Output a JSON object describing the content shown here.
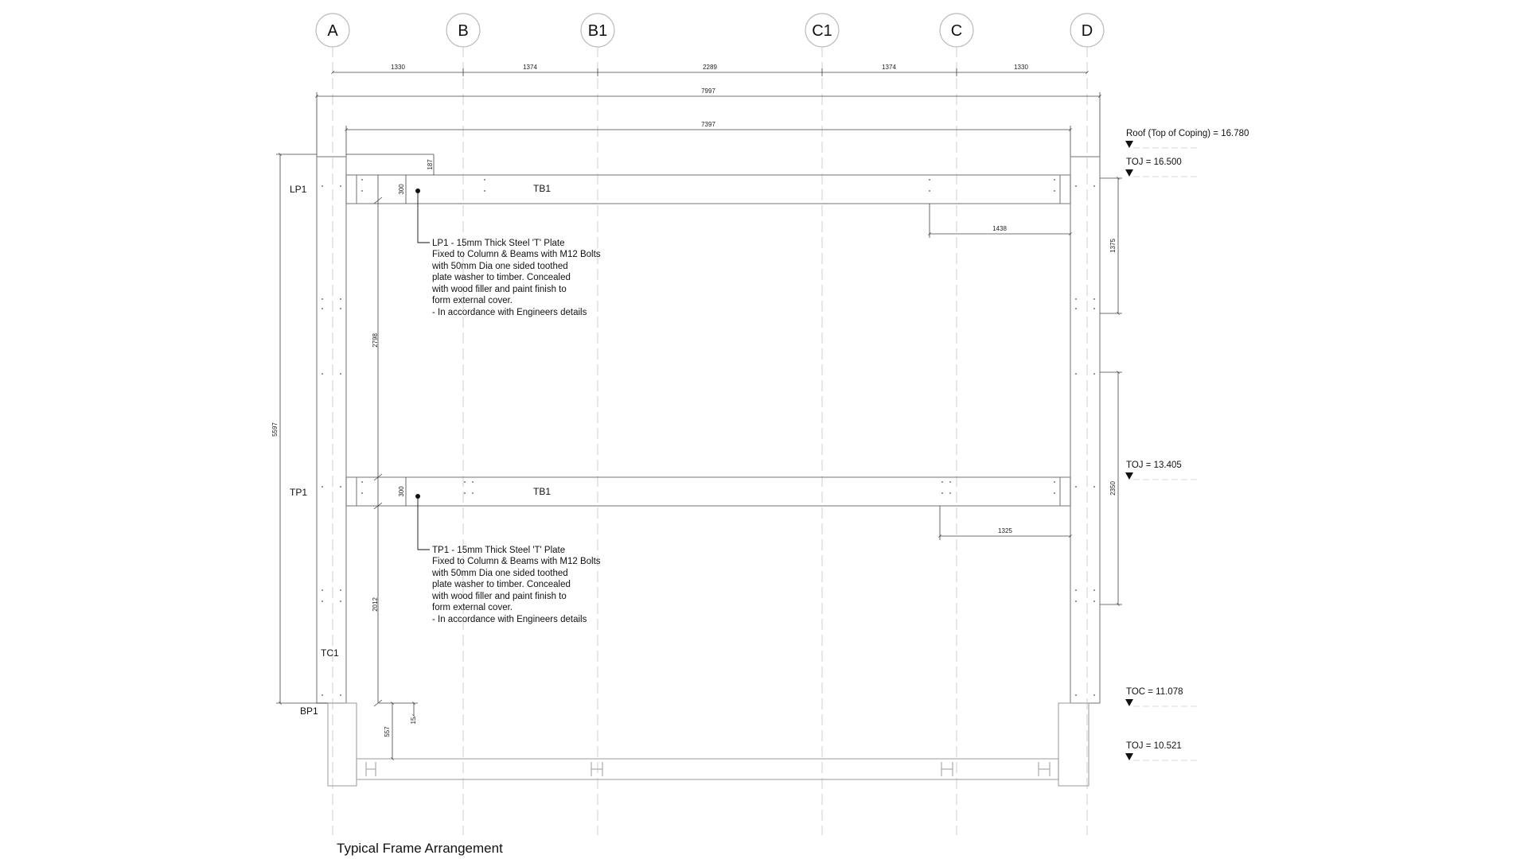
{
  "grid": {
    "labels": [
      "A",
      "B",
      "B1",
      "C1",
      "C",
      "D"
    ]
  },
  "dimensions": {
    "bays": [
      "1330",
      "1374",
      "2289",
      "1374",
      "1330"
    ],
    "overall": "7997",
    "inner": "7397",
    "height_total": "5597",
    "lp1_offset": "187",
    "lp1_depth": "300",
    "upper_column": "2798",
    "tp1_depth": "300",
    "lower_column": "2012",
    "base_depth": "557",
    "base_gap": "15",
    "tb1_upper_span": "1438",
    "tb1_lower_span": "1325",
    "right_upper": "1375",
    "right_lower": "2350"
  },
  "members": {
    "lp1": "LP1",
    "tp1": "TP1",
    "tc1": "TC1",
    "bp1": "BP1",
    "tb1_upper": "TB1",
    "tb1_lower": "TB1"
  },
  "notes": {
    "lp1": [
      "LP1 - 15mm Thick Steel 'T' Plate",
      "Fixed to Column & Beams with M12 Bolts",
      "with 50mm Dia one sided toothed",
      "plate washer to timber. Concealed",
      "with wood filler and paint finish to",
      "form external cover.",
      "- In accordance with Engineers details"
    ],
    "tp1": [
      "TP1 - 15mm Thick Steel 'T' Plate",
      "Fixed to Column & Beams with M12 Bolts",
      "with 50mm Dia one sided toothed",
      "plate washer to timber. Concealed",
      "with wood filler and paint finish to",
      "form external cover.",
      "- In accordance with Engineers details"
    ]
  },
  "levels": {
    "roof": "Roof (Top of Coping) = 16.780",
    "toj_upper": "TOJ = 16.500",
    "toj_mid": "TOJ = 13.405",
    "toc": "TOC = 11.078",
    "toj_lower": "TOJ = 10.521"
  },
  "caption": "Typical Frame Arrangement"
}
